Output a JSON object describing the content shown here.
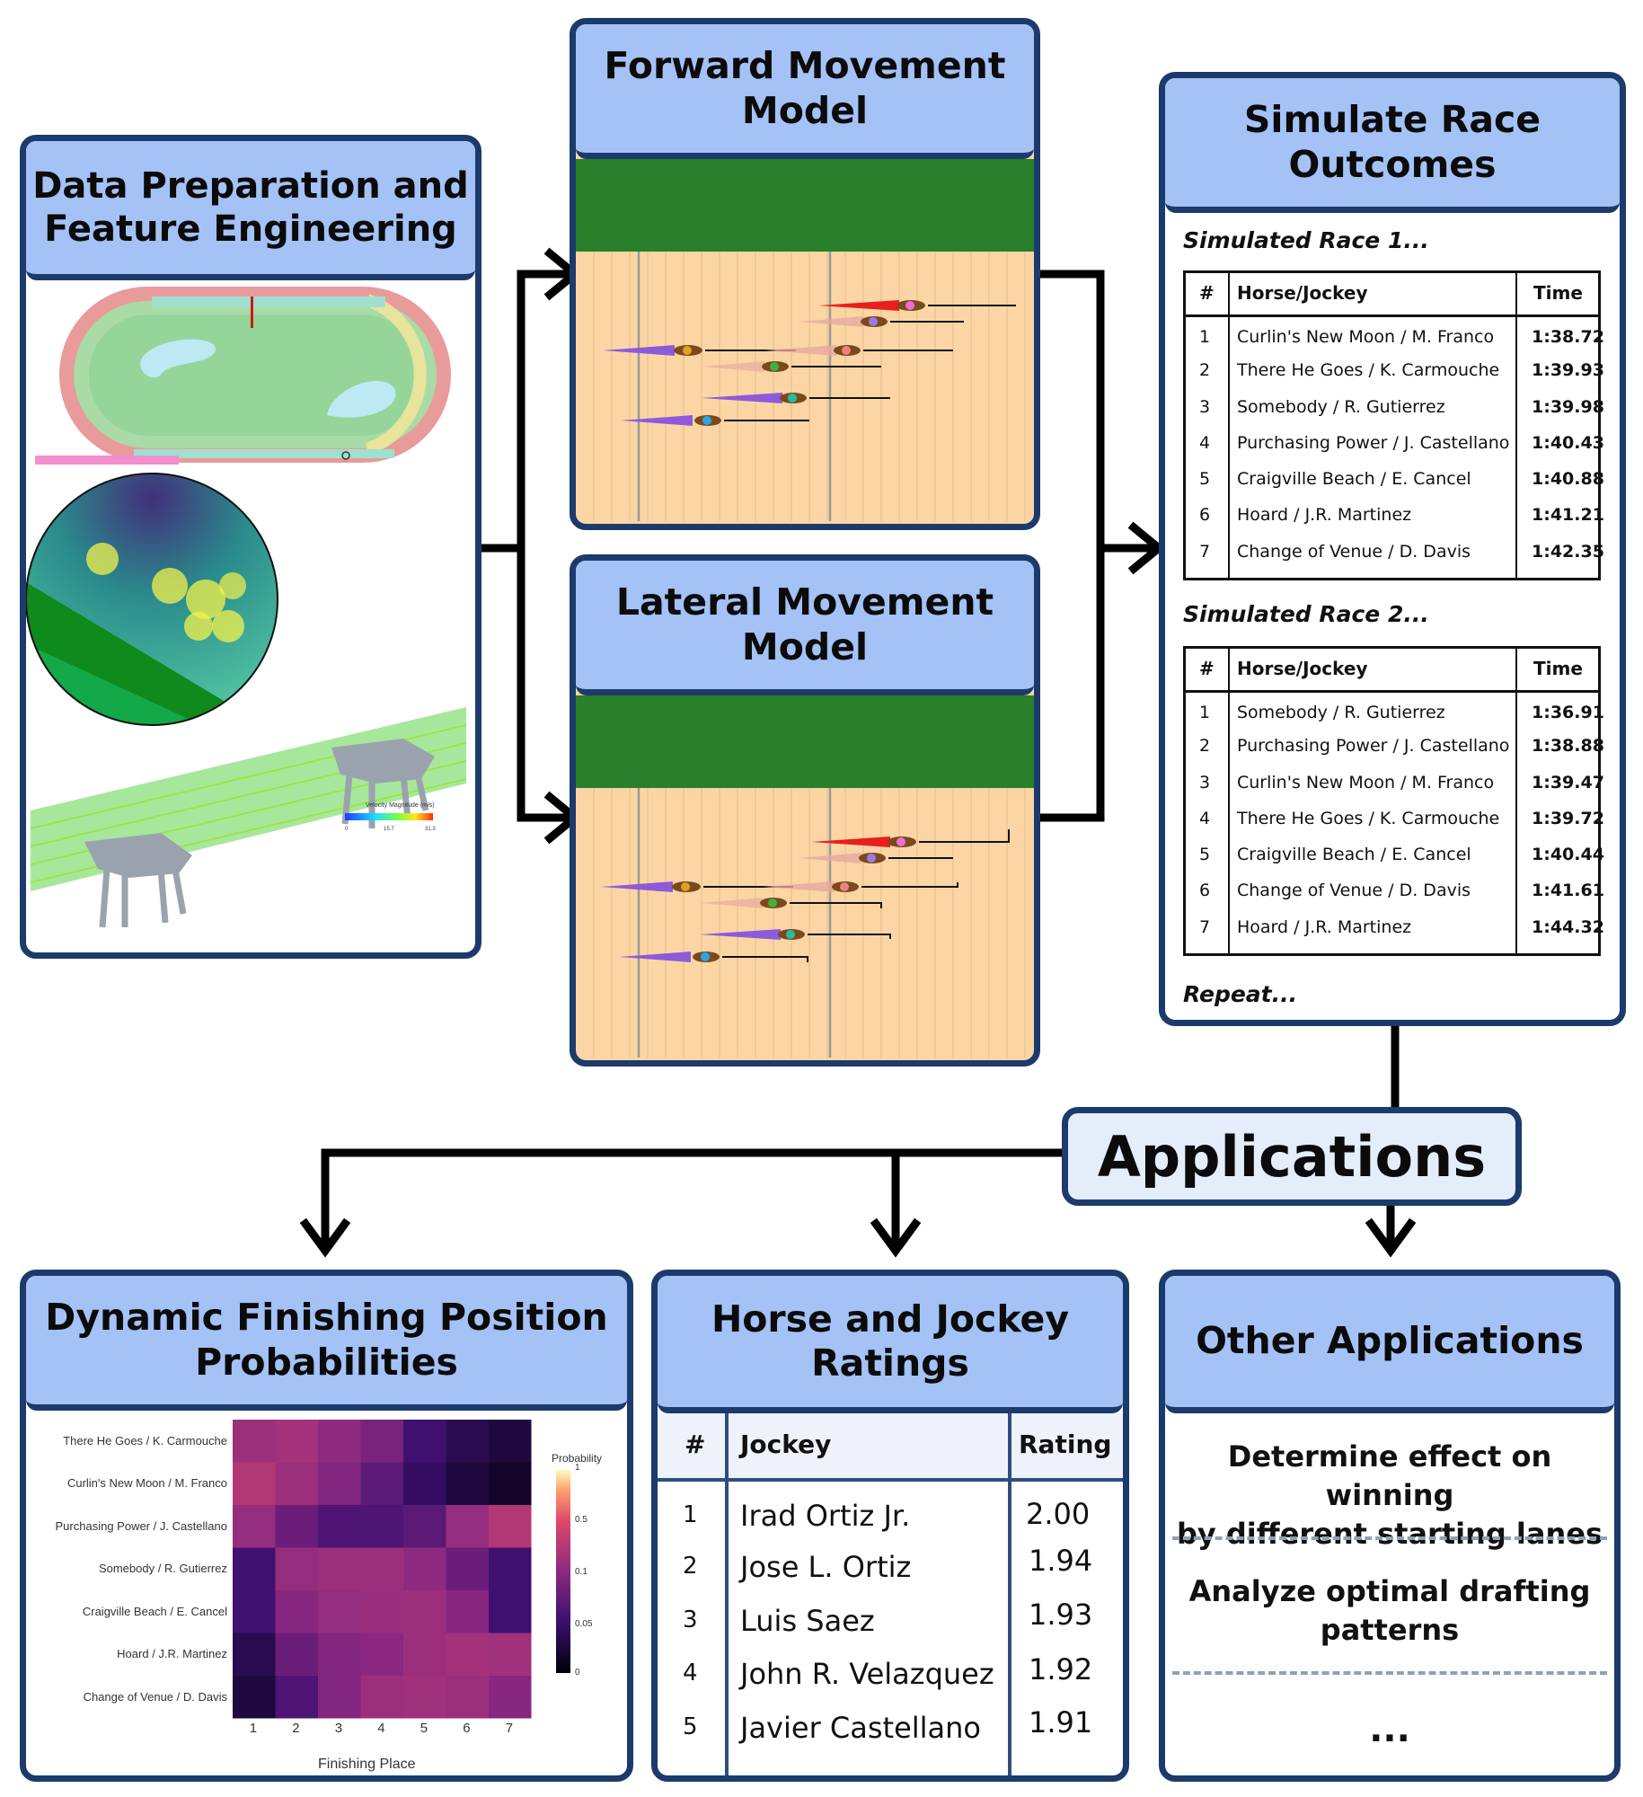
{
  "panels": {
    "data_prep": {
      "title_line1": "Data Preparation and",
      "title_line2": "Feature Engineering"
    },
    "forward": {
      "title_line1": "Forward Movement",
      "title_line2": "Model"
    },
    "lateral": {
      "title_line1": "Lateral Movement",
      "title_line2": "Model"
    },
    "simulate": {
      "title_line1": "Simulate Race",
      "title_line2": "Outcomes"
    },
    "applications": {
      "title": "Applications"
    },
    "dynamic": {
      "title_line1": "Dynamic Finishing Position",
      "title_line2": "Probabilities"
    },
    "ratings": {
      "title_line1": "Horse and Jockey",
      "title_line2": "Ratings"
    },
    "other": {
      "title": "Other Applications"
    }
  },
  "simulation": {
    "race1_label": "Simulated Race 1...",
    "race2_label": "Simulated Race 2...",
    "repeat_label": "Repeat...",
    "headers": {
      "num": "#",
      "horse": "Horse/Jockey",
      "time": "Time"
    },
    "race1": [
      {
        "n": "1",
        "name": "Curlin's New Moon / M. Franco",
        "time": "1:38.72"
      },
      {
        "n": "2",
        "name": "There He Goes / K. Carmouche",
        "time": "1:39.93"
      },
      {
        "n": "3",
        "name": "Somebody / R. Gutierrez",
        "time": "1:39.98"
      },
      {
        "n": "4",
        "name": "Purchasing Power / J. Castellano",
        "time": "1:40.43"
      },
      {
        "n": "5",
        "name": "Craigville Beach / E. Cancel",
        "time": "1:40.88"
      },
      {
        "n": "6",
        "name": "Hoard / J.R. Martinez",
        "time": "1:41.21"
      },
      {
        "n": "7",
        "name": "Change of Venue / D. Davis",
        "time": "1:42.35"
      }
    ],
    "race2": [
      {
        "n": "1",
        "name": "Somebody / R. Gutierrez",
        "time": "1:36.91"
      },
      {
        "n": "2",
        "name": "Purchasing Power / J. Castellano",
        "time": "1:38.88"
      },
      {
        "n": "3",
        "name": "Curlin's New Moon / M. Franco",
        "time": "1:39.47"
      },
      {
        "n": "4",
        "name": "There He Goes / K. Carmouche",
        "time": "1:39.72"
      },
      {
        "n": "5",
        "name": "Craigville Beach / E. Cancel",
        "time": "1:40.44"
      },
      {
        "n": "6",
        "name": "Change of Venue / D. Davis",
        "time": "1:41.61"
      },
      {
        "n": "7",
        "name": "Hoard / J.R. Martinez",
        "time": "1:44.32"
      }
    ]
  },
  "ratings_table": {
    "headers": {
      "num": "#",
      "jockey": "Jockey",
      "rating": "Rating"
    },
    "rows": [
      {
        "n": "1",
        "name": "Irad Ortiz Jr.",
        "rating": "2.00"
      },
      {
        "n": "2",
        "name": "Jose L. Ortiz",
        "rating": "1.94"
      },
      {
        "n": "3",
        "name": "Luis Saez",
        "rating": "1.93"
      },
      {
        "n": "4",
        "name": "John R. Velazquez",
        "rating": "1.92"
      },
      {
        "n": "5",
        "name": "Javier Castellano",
        "rating": "1.91"
      }
    ]
  },
  "other_applications": {
    "items": [
      {
        "line1": "Determine effect on winning",
        "line2": "by different starting lanes"
      },
      {
        "line1": "Analyze optimal drafting",
        "line2": "patterns"
      }
    ],
    "ellipsis": "..."
  },
  "velocity_legend": {
    "title": "Velocity Magnitude (m/s)",
    "min": "0",
    "mid": "15.7",
    "max": "31.3"
  },
  "chart_data": {
    "type": "heatmap",
    "rows": [
      "There He Goes / K. Carmouche",
      "Curlin's New Moon / M. Franco",
      "Purchasing Power / J. Castellano",
      "Somebody / R. Gutierrez",
      "Craigville Beach / E. Cancel",
      "Hoard / J.R. Martinez",
      "Change of Venue / D. Davis"
    ],
    "columns": [
      "1",
      "2",
      "3",
      "4",
      "5",
      "6",
      "7"
    ],
    "values": [
      [
        0.2,
        0.22,
        0.16,
        0.1,
        0.06,
        0.04,
        0.03
      ],
      [
        0.26,
        0.2,
        0.13,
        0.08,
        0.05,
        0.03,
        0.02
      ],
      [
        0.18,
        0.09,
        0.07,
        0.07,
        0.08,
        0.18,
        0.26
      ],
      [
        0.06,
        0.18,
        0.2,
        0.2,
        0.16,
        0.09,
        0.06
      ],
      [
        0.06,
        0.14,
        0.18,
        0.19,
        0.2,
        0.14,
        0.06
      ],
      [
        0.04,
        0.09,
        0.13,
        0.15,
        0.2,
        0.22,
        0.21
      ],
      [
        0.03,
        0.07,
        0.13,
        0.2,
        0.21,
        0.2,
        0.14
      ]
    ],
    "xlabel": "Finishing Place",
    "ylabel": "",
    "legend_title": "Probability",
    "legend_ticks": [
      "1",
      "0.5",
      "0.1",
      "0.05",
      "0"
    ]
  }
}
